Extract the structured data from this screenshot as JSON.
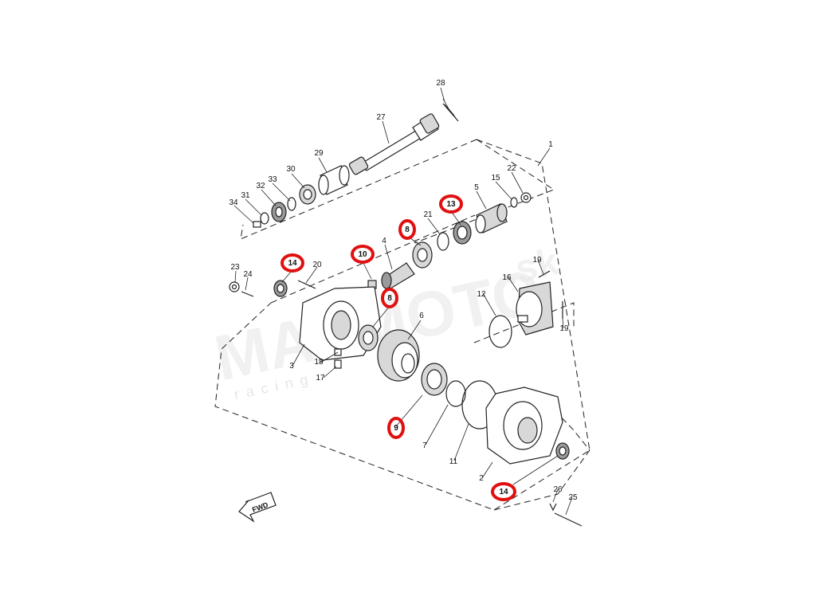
{
  "watermark": {
    "brand": "MAXMOTO",
    "domain": ".sk",
    "tagline": "racing"
  },
  "fwd_label": "FWD",
  "colors": {
    "highlight": "#e01010",
    "line": "#222222"
  },
  "callouts": {
    "c1": "1",
    "c2": "2",
    "c3": "3",
    "c4": "4",
    "c5": "5",
    "c6": "6",
    "c7": "7",
    "c8a": "8",
    "c8b": "8",
    "c9": "9",
    "c10": "10",
    "c11": "11",
    "c12": "12",
    "c13": "13",
    "c14a": "14",
    "c14b": "14",
    "c15": "15",
    "c16": "16",
    "c17": "17",
    "c18": "18",
    "c19a": "19",
    "c19b": "19",
    "c20": "20",
    "c21": "21",
    "c22": "22",
    "c23": "23",
    "c24": "24",
    "c25": "25",
    "c26": "26",
    "c27": "27",
    "c28": "28",
    "c29": "29",
    "c30": "30",
    "c31": "31",
    "c32": "32",
    "c33": "33",
    "c34": "34"
  }
}
